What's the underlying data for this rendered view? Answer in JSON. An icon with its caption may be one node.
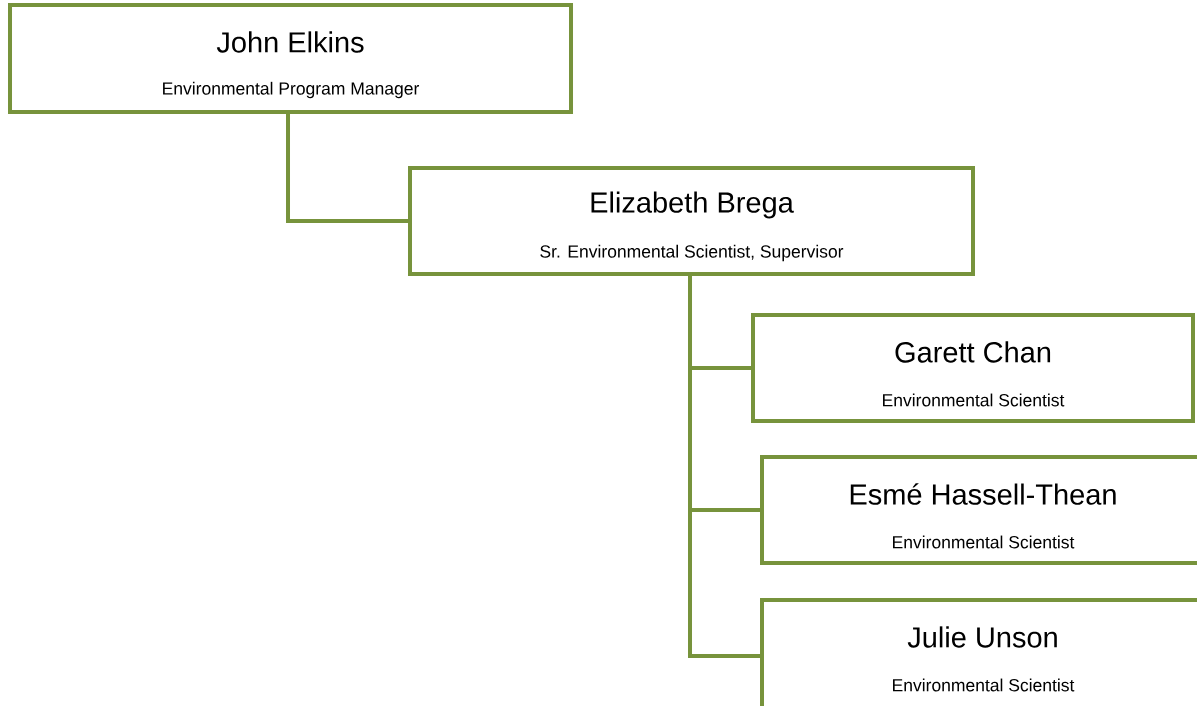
{
  "diagram": {
    "nodes": [
      {
        "text": [
          "John Elkins",
          "Environmental Program Manager"
        ]
      },
      {
        "text": [
          "Elizabeth Brega",
          "Sr. Environmental Scientist, Supervisor"
        ]
      },
      {
        "text": [
          "Garett Chan",
          "Environmental Scientist"
        ]
      },
      {
        "text": [
          "Esmé Hassell-Thean",
          "Environmental Scientist"
        ]
      },
      {
        "text": [
          "Julie Unson",
          "Environmental Scientist"
        ]
      }
    ],
    "edges": [
      {
        "from": 0,
        "to": 1,
        "arrow": "none"
      },
      {
        "from": 1,
        "to": 2,
        "arrow": "none"
      },
      {
        "from": 1,
        "to": 3,
        "arrow": "none"
      },
      {
        "from": 1,
        "to": 4,
        "arrow": "none"
      }
    ]
  }
}
